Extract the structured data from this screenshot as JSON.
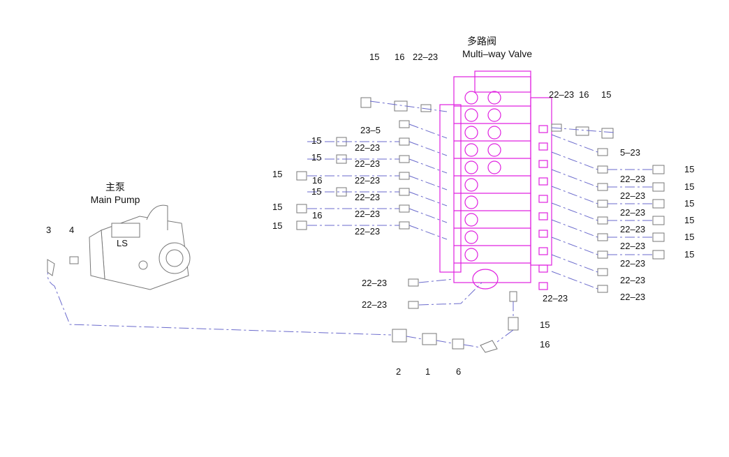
{
  "valve": {
    "title_cn": "多路阀",
    "title_en": "Multi-way Valve"
  },
  "pump": {
    "title_cn": "主泵",
    "title_en": "Main Pump",
    "port": "LS"
  },
  "callouts": {
    "top": [
      "15",
      "16",
      "22-23"
    ],
    "top_right": [
      "22-23",
      "16",
      "15"
    ],
    "left": [
      "23-5",
      "15",
      "22-23",
      "15",
      "22-23",
      "15",
      "16",
      "22-23",
      "15",
      "22-23",
      "15",
      "16",
      "22-23",
      "15",
      "22-23"
    ],
    "right": [
      "5-23",
      "15",
      "22-23",
      "15",
      "22-23",
      "15",
      "22-23",
      "15",
      "22-23",
      "15",
      "22-23",
      "15",
      "22-23",
      "22-23",
      "22-23"
    ],
    "bottom": [
      "22-23",
      "22-23",
      "22-23",
      "15",
      "16",
      "2",
      "1",
      "6",
      "3",
      "4"
    ]
  },
  "colors": {
    "valve": "#e020e0",
    "leader": "#d06060",
    "line": "#6a6acc"
  }
}
